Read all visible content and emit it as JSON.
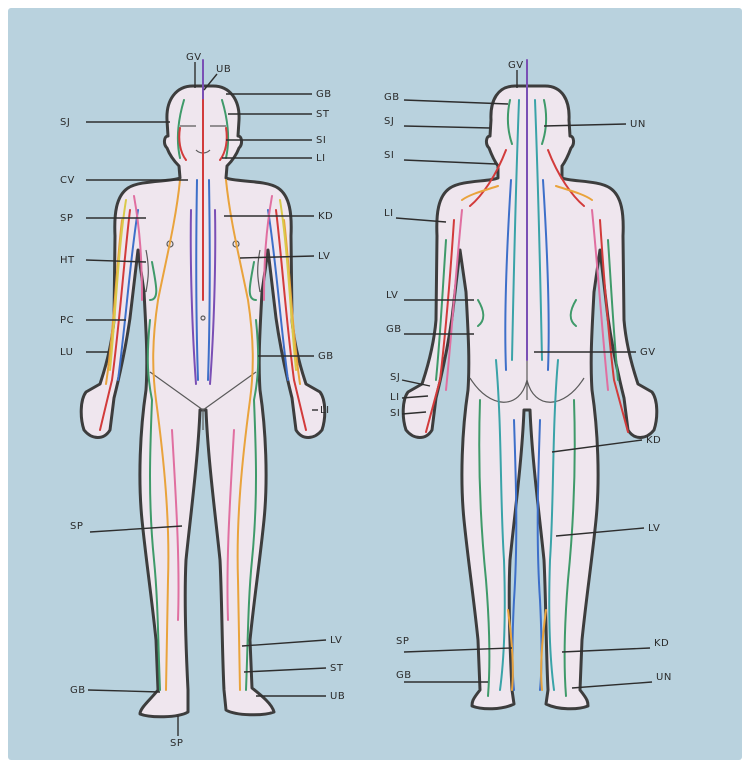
{
  "colors": {
    "background": "#b9d2de",
    "body_fill": "#efe6ee",
    "outline": "#3d3d3d",
    "meridian_red": "#d23b3b",
    "meridian_green": "#3f9a6a",
    "meridian_orange": "#e9a33c",
    "meridian_blue": "#3d6fc9",
    "meridian_teal": "#3aa3a8",
    "meridian_purple": "#7a4fb5",
    "meridian_yellow": "#d9c94a",
    "meridian_pink": "#e06fa0"
  },
  "front_view": {
    "labels": {
      "gv": "GV",
      "ub_head": "UB",
      "gb_head": "GB",
      "st_face": "ST",
      "si_face": "SI",
      "li_neck": "LI",
      "sj_head": "SJ",
      "cv": "CV",
      "sp_chest": "SP",
      "kd": "KD",
      "ht": "HT",
      "lv_torso": "LV",
      "pc": "PC",
      "lu": "LU",
      "gb_hip": "GB",
      "li_hand": "LI",
      "sp_thigh": "SP",
      "lv_leg": "LV",
      "st_leg": "ST",
      "gb_foot": "GB",
      "ub_foot": "UB",
      "sp_foot": "SP"
    }
  },
  "back_view": {
    "labels": {
      "gv_head": "GV",
      "gb_head": "GB",
      "sj_head": "SJ",
      "un_head": "UN",
      "si_neck": "SI",
      "li_arm": "LI",
      "lv_torso": "LV",
      "gb_torso": "GB",
      "gv_back": "GV",
      "sj_hand": "SJ",
      "li_hand": "LI",
      "si_hand": "SI",
      "kd_leg": "KD",
      "lv_leg": "LV",
      "sp_calf": "SP",
      "kd_calf": "KD",
      "gb_foot": "GB",
      "un_foot": "UN"
    }
  }
}
